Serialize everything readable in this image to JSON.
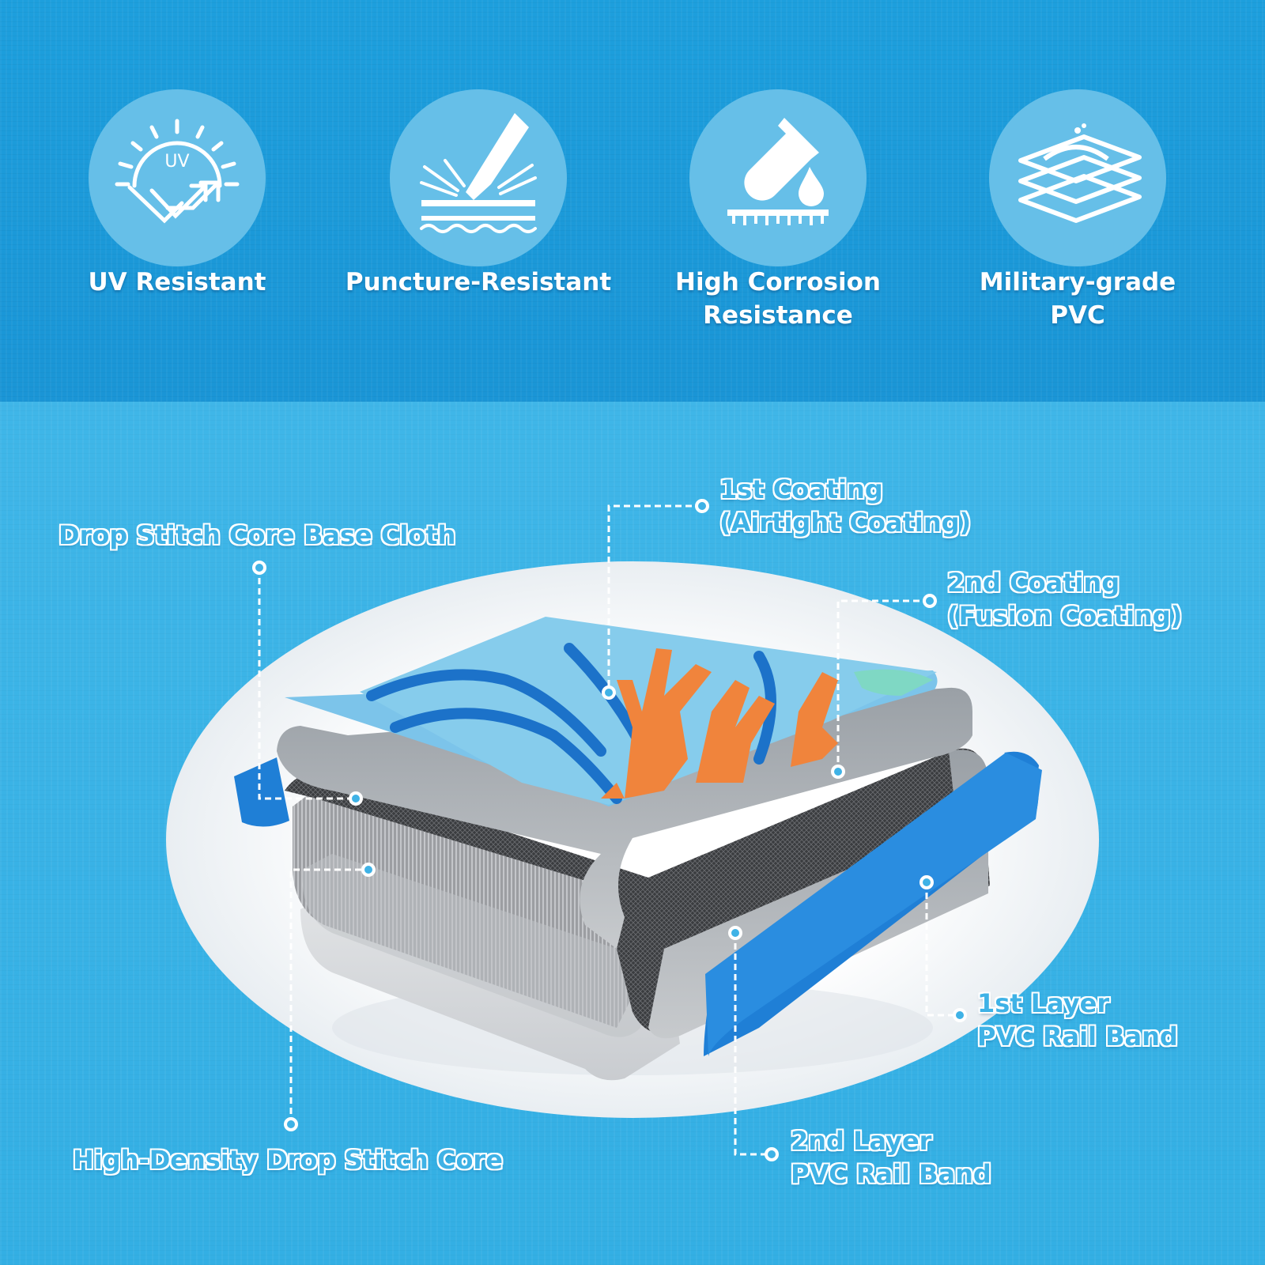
{
  "features": [
    {
      "label": "UV Resistant",
      "icon": "uv-sun-icon",
      "badge": "UV"
    },
    {
      "label": "Puncture-Resistant",
      "icon": "blade-puncture-icon"
    },
    {
      "label": "High Corrosion\nResistance",
      "icon": "test-tube-drop-icon"
    },
    {
      "label": "Military-grade\nPVC",
      "icon": "layered-sheets-icon"
    }
  ],
  "callouts": {
    "base_cloth": "Drop Stitch Core Base Cloth",
    "first_coating": "1st Coating\n(Airtight Coating)",
    "second_coating": "2nd Coating\n(Fusion Coating)",
    "core": "High-Density Drop Stitch Core",
    "first_rail": "1st Layer\nPVC Rail Band",
    "second_rail": "2nd Layer\nPVC Rail Band"
  },
  "colors": {
    "top_band": "#1d9fdd",
    "bottom_band": "#3fb6e8",
    "icon_circle": "#66bfe8",
    "callout_text": "#3fb2e6",
    "rail_band": "#1f7fd6",
    "coral": "#f0843c",
    "pvc_gray": "#b9bcc0"
  }
}
